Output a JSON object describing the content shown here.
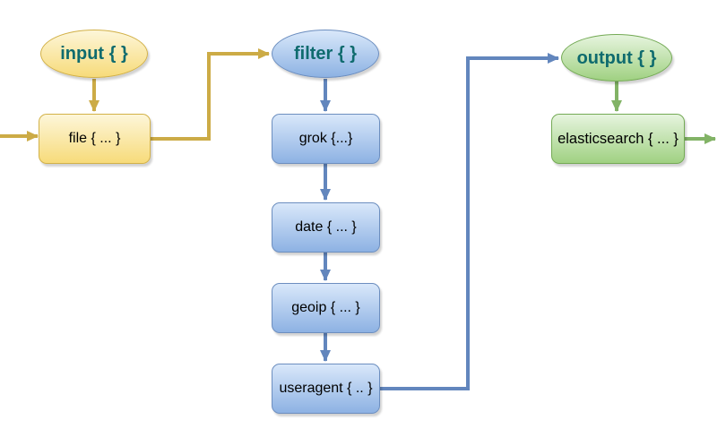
{
  "diagram": {
    "type": "flowchart",
    "description": "Logstash pipeline diagram: input file source feeding filter stages (grok, date, geoip, useragent) and output to elasticsearch",
    "nodes": {
      "input": {
        "label": "input { }",
        "shape": "ellipse",
        "group": "input"
      },
      "file": {
        "label": "file { ... }",
        "shape": "rounded-rect",
        "group": "input"
      },
      "filter": {
        "label": "filter { }",
        "shape": "ellipse",
        "group": "filter"
      },
      "grok": {
        "label": "grok {...}",
        "shape": "rounded-rect",
        "group": "filter"
      },
      "date": {
        "label": "date { ... }",
        "shape": "rounded-rect",
        "group": "filter"
      },
      "geoip": {
        "label": "geoip { ... }",
        "shape": "rounded-rect",
        "group": "filter"
      },
      "useragent": {
        "label": "useragent { .. }",
        "shape": "rounded-rect",
        "group": "filter"
      },
      "output": {
        "label": "output { }",
        "shape": "ellipse",
        "group": "output"
      },
      "elasticsearch": {
        "label": "elasticsearch { ... }",
        "shape": "rounded-rect",
        "group": "output"
      }
    },
    "edges": [
      {
        "from": "external-left",
        "to": "file",
        "color": "yellow"
      },
      {
        "from": "input",
        "to": "file",
        "color": "yellow"
      },
      {
        "from": "file",
        "to": "filter",
        "color": "yellow",
        "routing": "elbow"
      },
      {
        "from": "filter",
        "to": "grok",
        "color": "blue"
      },
      {
        "from": "grok",
        "to": "date",
        "color": "blue"
      },
      {
        "from": "date",
        "to": "geoip",
        "color": "blue"
      },
      {
        "from": "geoip",
        "to": "useragent",
        "color": "blue"
      },
      {
        "from": "useragent",
        "to": "output",
        "color": "blue",
        "routing": "elbow"
      },
      {
        "from": "output",
        "to": "elasticsearch",
        "color": "green"
      },
      {
        "from": "elasticsearch",
        "to": "external-right",
        "color": "green"
      }
    ],
    "colors": {
      "yellow_fill_top": "#fdf6d9",
      "yellow_fill_bottom": "#f7db7a",
      "yellow_border": "#d2b148",
      "yellow_arrow": "#ccab46",
      "blue_fill_top": "#d9e8fa",
      "blue_fill_bottom": "#8db2e3",
      "blue_border": "#6c8ebf",
      "blue_arrow": "#6286bd",
      "green_fill_top": "#e6f4de",
      "green_fill_bottom": "#a0d182",
      "green_border": "#74aa55",
      "green_arrow": "#82b366",
      "heading_text": "#0f6b6e",
      "node_text": "#000000"
    }
  }
}
